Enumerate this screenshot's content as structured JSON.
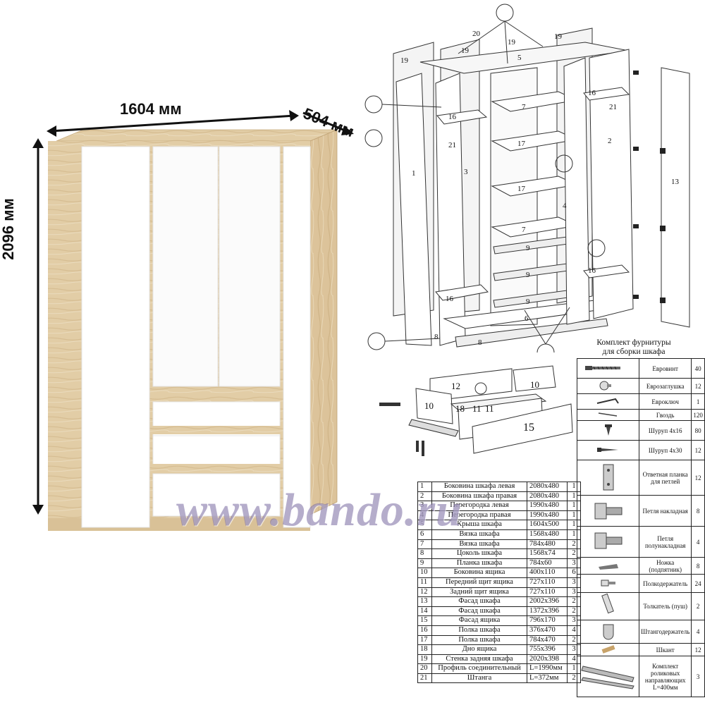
{
  "dimensions": {
    "width": "1604 мм",
    "depth": "504 мм",
    "height": "2096 мм"
  },
  "diagram_labels": {
    "l1": "1",
    "l2": "2",
    "l3": "3",
    "l4": "4",
    "l5": "5",
    "l6": "6",
    "l7a": "7",
    "l7b": "7",
    "l8a": "8",
    "l8b": "8",
    "l9a": "9",
    "l9b": "9",
    "l9c": "9",
    "l13": "13",
    "l16a": "16",
    "l16b": "16",
    "l16c": "16",
    "l16d": "16",
    "l17a": "17",
    "l17b": "17",
    "l19a": "19",
    "l19b": "19",
    "l19c": "19",
    "l19d": "19",
    "l20": "20",
    "l21a": "21",
    "l21b": "21",
    "d10a": "10",
    "d10b": "10",
    "d11a": "11",
    "d11b": "11",
    "d12": "12",
    "d15": "15",
    "d18": "18"
  },
  "parts_table": [
    {
      "num": "1",
      "name": "Боковина шкафа левая",
      "size": "2080x480",
      "qty": "1"
    },
    {
      "num": "2",
      "name": "Боковина шкафа правая",
      "size": "2080x480",
      "qty": "1"
    },
    {
      "num": "3",
      "name": "Перегородка левая",
      "size": "1990x480",
      "qty": "1"
    },
    {
      "num": "4",
      "name": "Перегородка правая",
      "size": "1990x480",
      "qty": "1"
    },
    {
      "num": "5",
      "name": "Крыша шкафа",
      "size": "1604x500",
      "qty": "1"
    },
    {
      "num": "6",
      "name": "Вязка шкафа",
      "size": "1568x480",
      "qty": "1"
    },
    {
      "num": "7",
      "name": "Вязка шкафа",
      "size": "784x480",
      "qty": "2"
    },
    {
      "num": "8",
      "name": "Цоколь шкафа",
      "size": "1568x74",
      "qty": "2"
    },
    {
      "num": "9",
      "name": "Планка шкафа",
      "size": "784x60",
      "qty": "3"
    },
    {
      "num": "10",
      "name": "Боковина ящика",
      "size": "400x110",
      "qty": "6"
    },
    {
      "num": "11",
      "name": "Передний щит ящика",
      "size": "727x110",
      "qty": "3"
    },
    {
      "num": "12",
      "name": "Задний щит ящика",
      "size": "727x110",
      "qty": "3"
    },
    {
      "num": "13",
      "name": "Фасад шкафа",
      "size": "2002x396",
      "qty": "2"
    },
    {
      "num": "14",
      "name": "Фасад шкафа",
      "size": "1372x396",
      "qty": "2"
    },
    {
      "num": "15",
      "name": "Фасад ящика",
      "size": "796x170",
      "qty": "3"
    },
    {
      "num": "16",
      "name": "Полка шкафа",
      "size": "376x470",
      "qty": "4"
    },
    {
      "num": "17",
      "name": "Полка шкафа",
      "size": "784x470",
      "qty": "2"
    },
    {
      "num": "18",
      "name": "Дно ящика",
      "size": "755x396",
      "qty": "3"
    },
    {
      "num": "19",
      "name": "Стенка задняя шкафа",
      "size": "2020x398",
      "qty": "4"
    },
    {
      "num": "20",
      "name": "Профиль соединительный",
      "size": "L=1990мм",
      "qty": "1"
    },
    {
      "num": "21",
      "name": "Штанга",
      "size": "L=372мм",
      "qty": "2"
    }
  ],
  "hardware": {
    "title_line1": "Комплект фурнитуры",
    "title_line2": "для сборки шкафа",
    "items": [
      {
        "icon": "euroscrew-icon",
        "name": "Евровинт",
        "qty": "40"
      },
      {
        "icon": "euro-cap-icon",
        "name": "Еврозаглушка",
        "qty": "12"
      },
      {
        "icon": "hex-key-icon",
        "name": "Евроключ",
        "qty": "1"
      },
      {
        "icon": "nail-icon",
        "name": "Гвоздь",
        "qty": "120"
      },
      {
        "icon": "screw-short-icon",
        "name": "Шуруп 4x16",
        "qty": "80"
      },
      {
        "icon": "screw-long-icon",
        "name": "Шуруп 4x30",
        "qty": "12"
      },
      {
        "icon": "hinge-plate-icon",
        "name": "Ответная планка для петлей",
        "qty": "12"
      },
      {
        "icon": "overlay-hinge-icon",
        "name": "Петля накладная",
        "qty": "8"
      },
      {
        "icon": "half-overlay-hinge-icon",
        "name": "Петля полунакладная",
        "qty": "4"
      },
      {
        "icon": "foot-icon",
        "name": "Ножка (подпятник)",
        "qty": "8"
      },
      {
        "icon": "shelf-pin-icon",
        "name": "Полкодержатель",
        "qty": "24"
      },
      {
        "icon": "push-opener-icon",
        "name": "Толкатель (пуш)",
        "qty": "2"
      },
      {
        "icon": "rod-holder-icon",
        "name": "Штангодержатель",
        "qty": "4"
      },
      {
        "icon": "dowel-icon",
        "name": "Шкант",
        "qty": "12"
      },
      {
        "icon": "drawer-slide-icon",
        "name": "Комплект роликовых направляющих L=400мм",
        "qty": "3"
      }
    ]
  },
  "watermark": "www.bando.ru"
}
